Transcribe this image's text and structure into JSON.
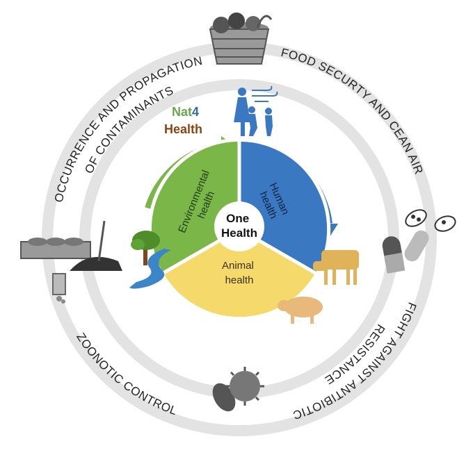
{
  "brand": {
    "line1_part1": "Nat",
    "line1_part2": "4",
    "line2": "Health",
    "colors": {
      "nat": "#6aa84f",
      "four": "#2e6da4",
      "health": "#8b4513"
    }
  },
  "center": {
    "line1": "One",
    "line2": "Health"
  },
  "sectors": [
    {
      "id": "environmental",
      "line1": "Environmental",
      "line2": "health",
      "color": "#7ab648",
      "text_color": "#1f3d10"
    },
    {
      "id": "human",
      "line1": "Human",
      "line2": "health",
      "color": "#3a78c2",
      "text_color": "#0d2340"
    },
    {
      "id": "animal",
      "line1": "Animal",
      "line2": "health",
      "color": "#f6d96b",
      "text_color": "#3a3000"
    }
  ],
  "arc_labels": {
    "top_left": "OCCURRENCE AND PROPAGATION",
    "top_left_2": "OF CONTAMINANTS",
    "top_right": "FOOD SECURTY AND CEAN AIR",
    "bottom_right": "FIGHT AGAINST ANTIBIOTIC",
    "bottom_right_2": "RESISTANCE",
    "bottom_left": "ZOONOTIC CONTROL"
  },
  "icons": [
    "basket-icon",
    "family-icon",
    "wind-icon",
    "tree-icon",
    "river-icon",
    "cow-icon",
    "pig-icon",
    "bacteria-icon",
    "capsule-icon",
    "virus-icon",
    "treatment-plant-icon",
    "soil-shovel-icon",
    "outflow-pipe-icon"
  ],
  "ring_color": "#e3e3e3"
}
